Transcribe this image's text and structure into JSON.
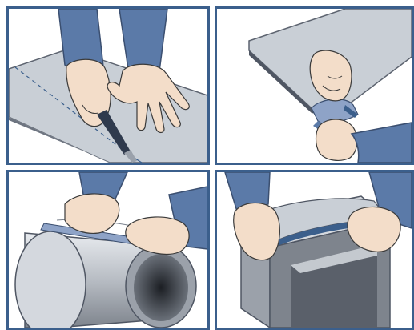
{
  "panels": [
    {
      "id": "cut-sheet",
      "icon": "knife-icon"
    },
    {
      "id": "peel-backing",
      "icon": "peel-icon"
    },
    {
      "id": "wrap-pipe",
      "icon": "pipe-icon"
    },
    {
      "id": "wrap-duct",
      "icon": "duct-icon"
    }
  ],
  "colors": {
    "frame": "#3b5f8c",
    "sleeve": "#5b7aa8",
    "skin": "#f3ddc9",
    "sheet": "#c9cfd6",
    "sheet_edge": "#5d6470",
    "backing_blue": "#8ea3c7",
    "metal": "#b7bcc3"
  }
}
